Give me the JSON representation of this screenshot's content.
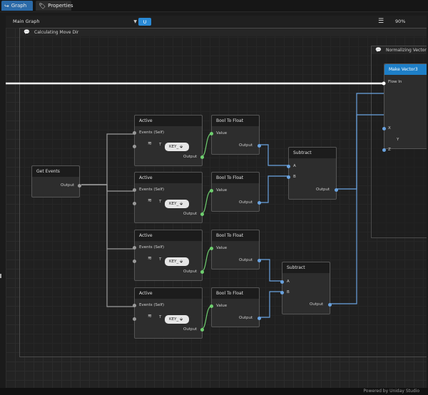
{
  "tabs": [
    {
      "label": "Graph",
      "icon": "share-arrow-icon"
    },
    {
      "label": "Properties",
      "icon": "tag-icon"
    }
  ],
  "toolbar": {
    "graph_selector": "Main Graph",
    "zoom": "90%"
  },
  "groups": {
    "main": "Calculating Move Dir",
    "normalize": "Normalizing Vector"
  },
  "nodes": {
    "get_events": {
      "title": "Get Events",
      "output": "Output"
    },
    "active": {
      "title": "Active",
      "events": "Events (Self)",
      "t": "T",
      "key": "KEY_",
      "output": "Output"
    },
    "bool_to_float": {
      "title": "Bool To Float",
      "value": "Value",
      "output": "Output"
    },
    "subtract": {
      "title": "Subtract",
      "a": "A",
      "b": "B",
      "output": "Output"
    },
    "make_vector3": {
      "title": "Make Vector3",
      "flow_in": "Flow In",
      "x": "X",
      "y": "Y",
      "z": "Z"
    }
  },
  "status": {
    "powered_by": "Powered by Uniday Studio"
  },
  "colors": {
    "accent": "#2b6aa8",
    "wire_float": "#6aa3e0",
    "wire_bool": "#6fcf6f",
    "wire_events": "#9a9a9a"
  }
}
